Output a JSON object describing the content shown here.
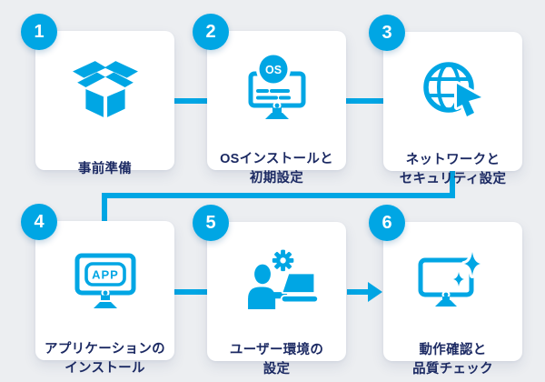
{
  "palette": {
    "bg": "#ECEEF1",
    "card": "#FFFFFF",
    "accent": "#00A6E4",
    "ink": "#1C2A63",
    "badge_text": "#FFFFFF"
  },
  "steps": [
    {
      "number": "1",
      "line1": "事前準備",
      "line2": "",
      "icon": "open-box-icon"
    },
    {
      "number": "2",
      "line1": "OSインストールと",
      "line2": "初期設定",
      "icon": "os-monitor-icon"
    },
    {
      "number": "3",
      "line1": "ネットワークと",
      "line2": "セキュリティ設定",
      "icon": "globe-cursor-icon"
    },
    {
      "number": "4",
      "line1": "アプリケーションの",
      "line2": "インストール",
      "icon": "app-monitor-icon"
    },
    {
      "number": "5",
      "line1": "ユーザー環境の",
      "line2": "設定",
      "icon": "user-setup-icon"
    },
    {
      "number": "6",
      "line1": "動作確認と",
      "line2": "品質チェック",
      "icon": "quality-check-monitor-icon"
    }
  ],
  "icon_labels": {
    "os_badge": "OS",
    "app_badge": "APP"
  }
}
